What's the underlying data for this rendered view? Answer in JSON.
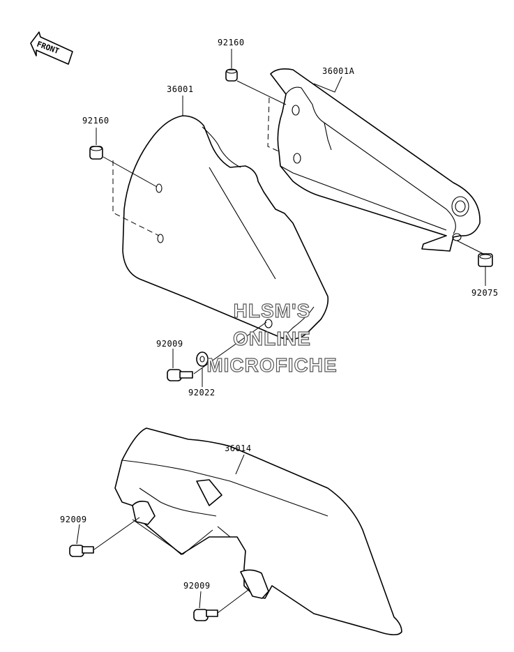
{
  "front_indicator": {
    "text": "FRONT"
  },
  "part_numbers": {
    "bushing_upper_right": "92160",
    "cover_rear_right": "36001A",
    "cover_front_left": "36001",
    "bushing_left": "92160",
    "nut_right": "92075",
    "bolt_upper": "92009",
    "washer": "92022",
    "chain_cover": "36014",
    "bolt_lower_left": "92009",
    "bolt_lower_right": "92009"
  },
  "watermark": {
    "line1": "HLSM'S",
    "line2": "ONLINE",
    "line3": "MICROFICHE"
  }
}
